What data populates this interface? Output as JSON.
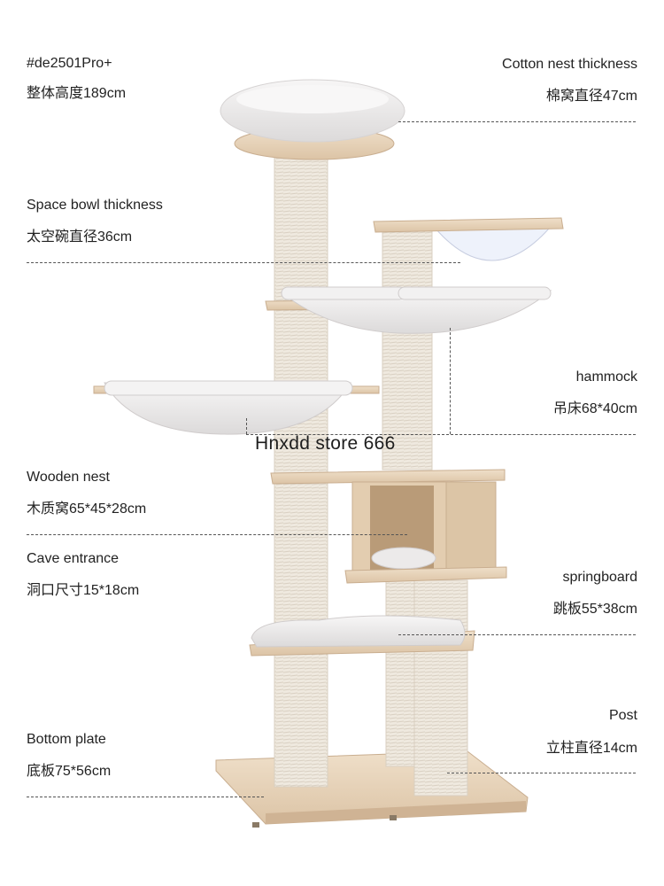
{
  "model": "#de2501Pro+",
  "overall_height": "整体高度189cm",
  "watermark": "Hnxdd store 666",
  "specs": {
    "cotton_nest": {
      "title": "Cotton nest thickness",
      "value": "棉窝直径47cm"
    },
    "space_bowl": {
      "title": "Space bowl thickness",
      "value": "太空碗直径36cm"
    },
    "hammock": {
      "title": "hammock",
      "value": "吊床68*40cm"
    },
    "wooden_nest": {
      "title": "Wooden nest",
      "value": "木质窝65*45*28cm"
    },
    "cave_entrance": {
      "title": "Cave entrance",
      "value": "洞口尺寸15*18cm"
    },
    "springboard": {
      "title": "springboard",
      "value": "跳板55*38cm"
    },
    "post": {
      "title": "Post",
      "value": "立柱直径14cm"
    },
    "bottom_plate": {
      "title": "Bottom plate",
      "value": "底板75*56cm"
    }
  },
  "colors": {
    "wood": "#e8d5bd",
    "wood_edge": "#cbb093",
    "sisal": "#efe9df",
    "plush": "#eeecec",
    "bowl": "#eef2fb"
  }
}
